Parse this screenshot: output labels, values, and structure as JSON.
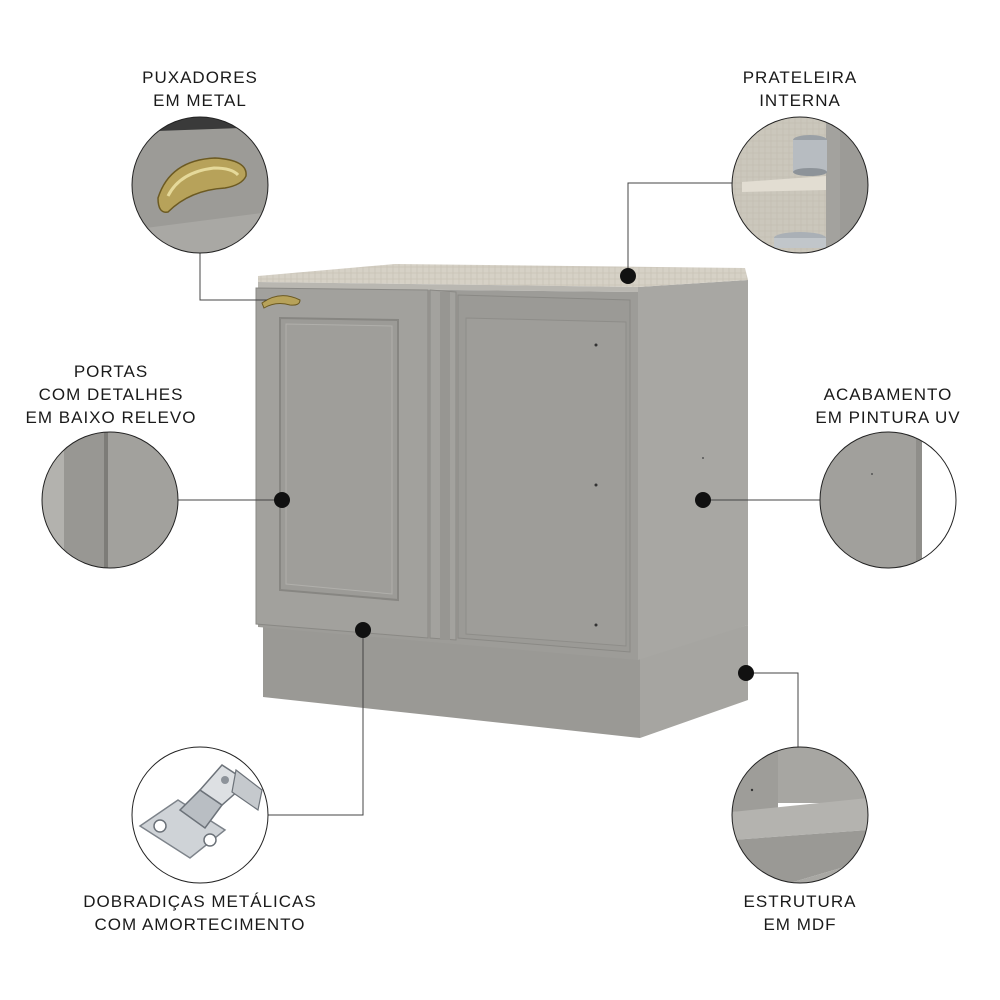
{
  "features": {
    "puxadores": {
      "line1": "PUXADORES",
      "line2": "EM METAL"
    },
    "prateleira": {
      "line1": "PRATELEIRA",
      "line2": "INTERNA"
    },
    "portas": {
      "line1": "PORTAS",
      "line2": "COM DETALHES",
      "line3": "EM BAIXO RELEVO"
    },
    "acabamento": {
      "line1": "ACABAMENTO",
      "line2": "EM PINTURA UV"
    },
    "dobradicas": {
      "line1": "DOBRADIÇAS METÁLICAS",
      "line2": "COM AMORTECIMENTO"
    },
    "estrutura": {
      "line1": "ESTRUTURA",
      "line2": "EM MDF"
    }
  },
  "colors": {
    "cabinet_front": "#9d9c98",
    "cabinet_side": "#a9a8a4",
    "cabinet_dark": "#8d8c88",
    "countertop": "#d9d4c9",
    "brass": "#b7a25a",
    "callout_dot": "#111111",
    "callout_line": "#444444"
  },
  "icons": [
    "handle-icon",
    "shelf-icon",
    "door-relief-icon",
    "uv-finish-icon",
    "hinge-icon",
    "mdf-structure-icon"
  ]
}
